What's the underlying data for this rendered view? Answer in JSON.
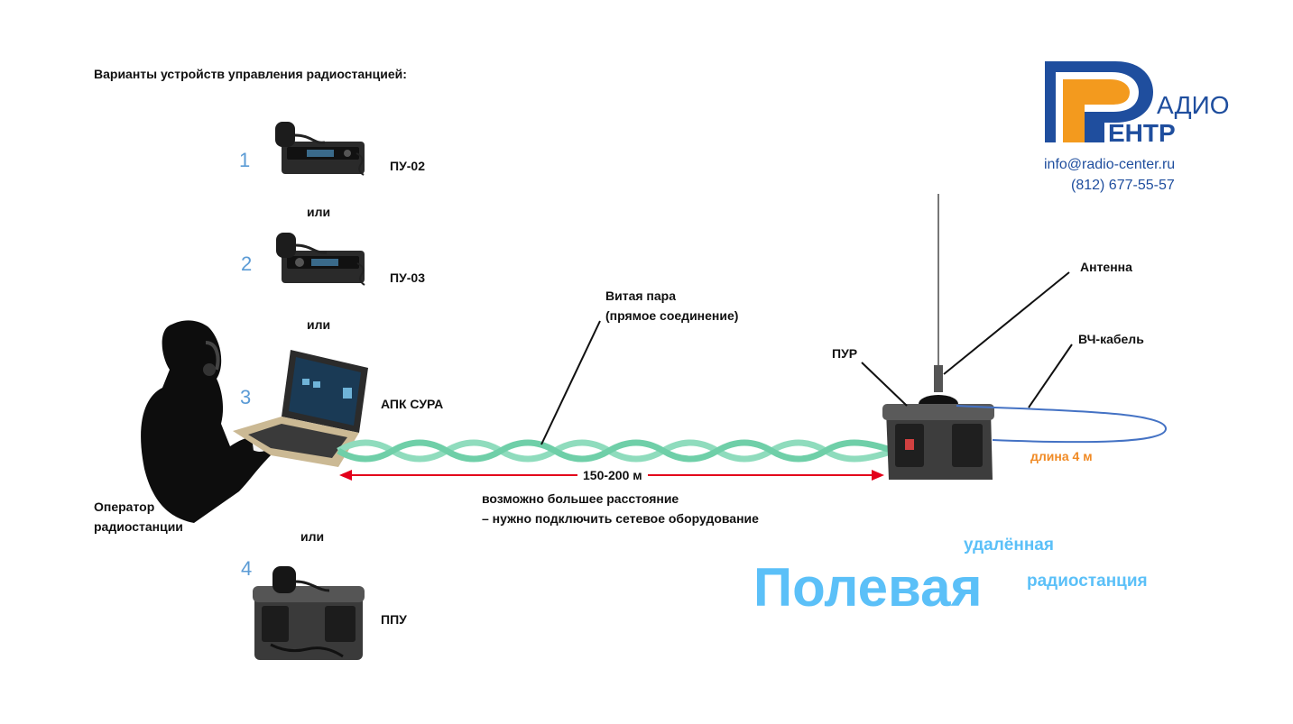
{
  "heading": "Варианты устройств управления радиостанцией:",
  "devices": [
    {
      "number": "1",
      "label": "ПУ-02"
    },
    {
      "number": "2",
      "label": "ПУ-03"
    },
    {
      "number": "3",
      "label": "АПК СУРА"
    },
    {
      "number": "4",
      "label": "ППУ"
    }
  ],
  "or_labels": [
    "или",
    "или",
    "или"
  ],
  "operator_label": [
    "Оператор",
    "радиостанции"
  ],
  "twisted_pair": [
    "Витая пара",
    "(прямое соединение)"
  ],
  "distance": "150-200 м",
  "distance_note": [
    "возможно большее расстояние",
    "– нужно подключить сетевое оборудование"
  ],
  "remote_labels": {
    "pur": "ПУР",
    "antenna": "Антенна",
    "rf_cable": "ВЧ-кабель",
    "cable_length": "длина 4 м"
  },
  "logo": {
    "line1": "АДИО",
    "line2": "ЕНТР",
    "email": "info@radio-center.ru",
    "phone": "(812) 677-55-57"
  },
  "title": {
    "main": "Полевая",
    "line1": "удалённая",
    "line2": "радиостанция"
  },
  "colors": {
    "logo_blue": "#1f4e9e",
    "logo_orange": "#f39a1e",
    "cable_green": "#7fd6b4",
    "arrow_red": "#e3001b",
    "rf_cable": "#4472c4",
    "title_blue": "#5bc0f8",
    "number_blue": "#5b9bd5",
    "length_orange": "#f08a24"
  }
}
